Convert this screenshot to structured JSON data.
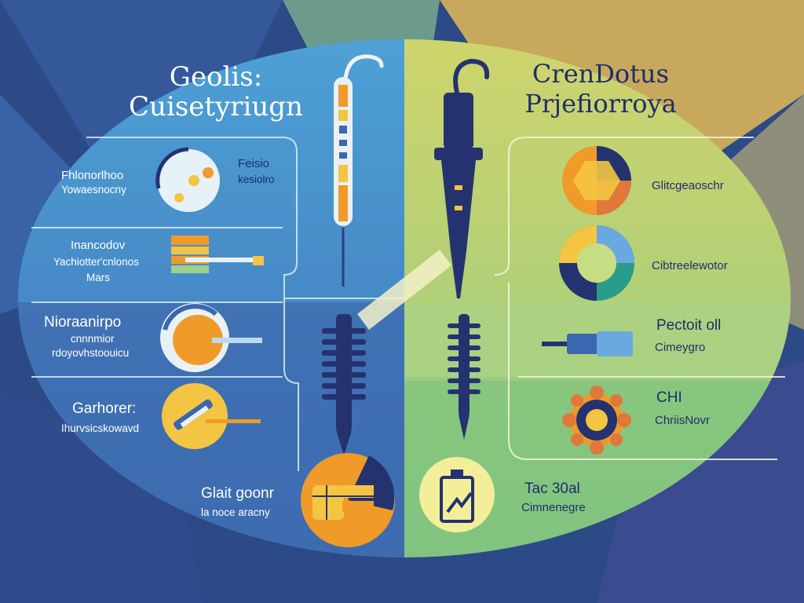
{
  "left": {
    "title_line1": "Geolis:",
    "title_line2": "Cuisetyriugn",
    "rows": [
      {
        "line1": "Fhlonorlhoo",
        "line2": "Yowaesnocny",
        "side_line1": "Feisio",
        "side_line2": "kesiolro"
      },
      {
        "line1": "Inancodov",
        "line2": "Yachiotter'cnlonos",
        "line3": "Mars"
      },
      {
        "line1": "Nioraanirpo",
        "line2": "cnnnmior",
        "line3": "rdoyovhstoouicu"
      },
      {
        "line1": "Garhorer:",
        "line2": "Ihurvsicskowavd"
      }
    ],
    "bottom": {
      "line1": "Glait goonr",
      "line2": "la noce aracny"
    }
  },
  "right": {
    "title_line1": "CrenDotus",
    "title_line2": "Prjefiorroya",
    "rows": [
      {
        "line1": "Glitcgeaoschr"
      },
      {
        "line1": "Cibtreelewotor"
      },
      {
        "line1": "Pectoit oll",
        "line2": "Cimeygro"
      },
      {
        "line1": "CHI",
        "line2": "ChriisNovr"
      }
    ],
    "bottom": {
      "line1": "Tac 30al",
      "line2": "Cimnenegre"
    }
  },
  "colors": {
    "left_panel": "#4a86c5",
    "right_panel": "#b8d07a",
    "navy": "#24336f",
    "orange": "#f09a2a",
    "yellow": "#f4c542",
    "teal": "#2a9c8a"
  },
  "icons": [
    "pipette-icon",
    "dropper-icon",
    "spring-icon",
    "gauge-icon",
    "chart-icon",
    "cable-icon",
    "gear-icon",
    "box-icon"
  ]
}
